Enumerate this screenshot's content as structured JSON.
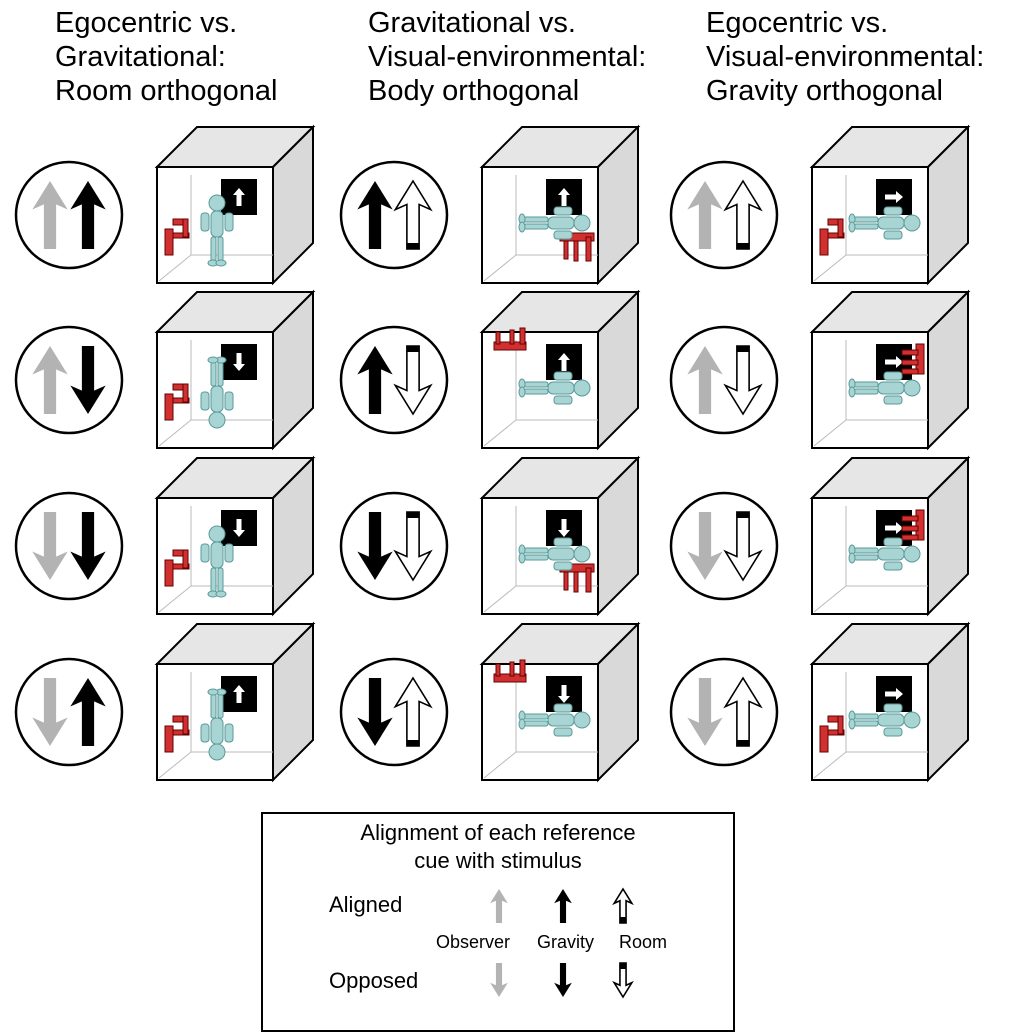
{
  "columns": [
    {
      "title_lines": [
        "Egocentric vs.",
        "Gravitational:",
        "Room orthogonal"
      ]
    },
    {
      "title_lines": [
        "Gravitational vs.",
        "Visual-environmental:",
        "Body orthogonal"
      ]
    },
    {
      "title_lines": [
        "Egocentric vs.",
        "Visual-environmental:",
        "Gravity orthogonal"
      ]
    }
  ],
  "grid": [
    [
      {
        "circle": [
          {
            "type": "observer",
            "dir": "up"
          },
          {
            "type": "gravity",
            "dir": "up"
          }
        ],
        "body": "vertical-up",
        "body_side": "center",
        "chair": "left-wall",
        "sign": "up"
      },
      {
        "circle": [
          {
            "type": "gravity",
            "dir": "up"
          },
          {
            "type": "room",
            "dir": "up"
          }
        ],
        "body": "horizontal-right",
        "chair": "floor",
        "sign": "up"
      },
      {
        "circle": [
          {
            "type": "observer",
            "dir": "up"
          },
          {
            "type": "room",
            "dir": "up"
          }
        ],
        "body": "horizontal-right",
        "chair": "left-wall",
        "sign": "right"
      }
    ],
    [
      {
        "circle": [
          {
            "type": "observer",
            "dir": "up"
          },
          {
            "type": "gravity",
            "dir": "down"
          }
        ],
        "body": "vertical-down",
        "chair": "left-wall",
        "sign": "down"
      },
      {
        "circle": [
          {
            "type": "gravity",
            "dir": "up"
          },
          {
            "type": "room",
            "dir": "down"
          }
        ],
        "body": "horizontal-right",
        "chair": "ceiling",
        "sign": "up"
      },
      {
        "circle": [
          {
            "type": "observer",
            "dir": "up"
          },
          {
            "type": "room",
            "dir": "down"
          }
        ],
        "body": "horizontal-right",
        "chair": "right-wall",
        "sign": "right"
      }
    ],
    [
      {
        "circle": [
          {
            "type": "observer",
            "dir": "down"
          },
          {
            "type": "gravity",
            "dir": "down"
          }
        ],
        "body": "vertical-up",
        "chair": "left-wall",
        "sign": "down"
      },
      {
        "circle": [
          {
            "type": "gravity",
            "dir": "down"
          },
          {
            "type": "room",
            "dir": "down"
          }
        ],
        "body": "horizontal-right",
        "chair": "floor",
        "sign": "down"
      },
      {
        "circle": [
          {
            "type": "observer",
            "dir": "down"
          },
          {
            "type": "room",
            "dir": "down"
          }
        ],
        "body": "horizontal-right",
        "chair": "right-wall",
        "sign": "right"
      }
    ],
    [
      {
        "circle": [
          {
            "type": "observer",
            "dir": "down"
          },
          {
            "type": "gravity",
            "dir": "up"
          }
        ],
        "body": "vertical-down",
        "chair": "left-wall",
        "sign": "up"
      },
      {
        "circle": [
          {
            "type": "gravity",
            "dir": "down"
          },
          {
            "type": "room",
            "dir": "up"
          }
        ],
        "body": "horizontal-right",
        "chair": "ceiling",
        "sign": "down"
      },
      {
        "circle": [
          {
            "type": "observer",
            "dir": "down"
          },
          {
            "type": "room",
            "dir": "up"
          }
        ],
        "body": "horizontal-right",
        "chair": "left-wall",
        "sign": "right"
      }
    ]
  ],
  "legend": {
    "title_line1": "Alignment of each reference",
    "title_line2": "cue with stimulus",
    "aligned_label": "Aligned",
    "opposed_label": "Opposed",
    "observer_label": "Observer",
    "gravity_label": "Gravity",
    "room_label": "Room"
  },
  "colors": {
    "observer": "#b3b3b3",
    "gravity": "#000000",
    "room": "#ffffff",
    "figure": "#a8d4d4",
    "chair": "#d03030",
    "box_side": "#e6e6e6",
    "sign": "#000000"
  }
}
